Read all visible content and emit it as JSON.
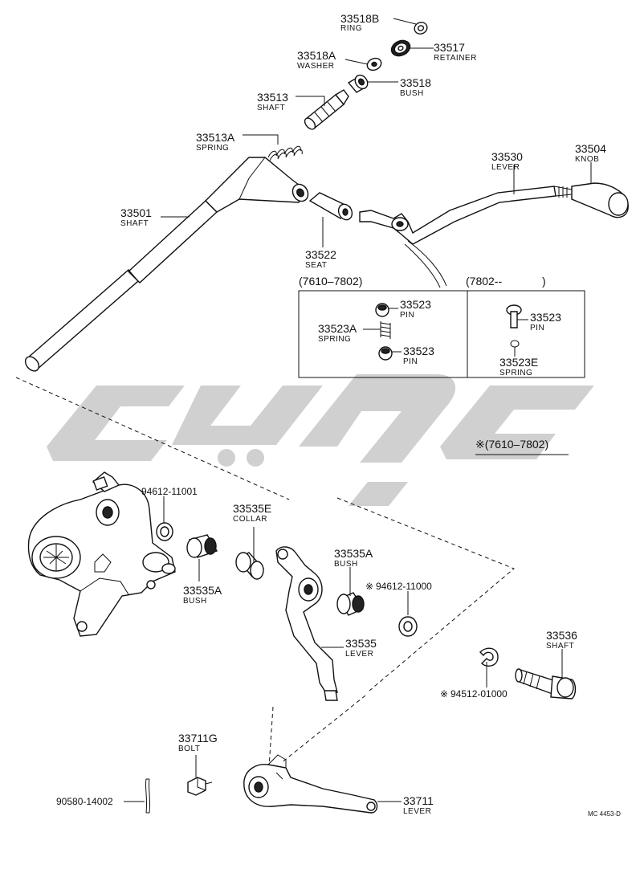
{
  "parts": [
    {
      "id": "p-33518b",
      "number": "33518B",
      "name": "RING"
    },
    {
      "id": "p-33517",
      "number": "33517",
      "name": "RETAINER"
    },
    {
      "id": "p-33518a",
      "number": "33518A",
      "name": "WASHER"
    },
    {
      "id": "p-33513",
      "number": "33513",
      "name": "SHAFT"
    },
    {
      "id": "p-33518",
      "number": "33518",
      "name": "BUSH"
    },
    {
      "id": "p-33513a",
      "number": "33513A",
      "name": "SPRING"
    },
    {
      "id": "p-33530",
      "number": "33530",
      "name": "LEVER"
    },
    {
      "id": "p-33504",
      "number": "33504",
      "name": "KNOB"
    },
    {
      "id": "p-33501",
      "number": "33501",
      "name": "SHAFT"
    },
    {
      "id": "p-33522",
      "number": "33522",
      "name": "SEAT"
    },
    {
      "id": "p-33523-a",
      "number": "33523",
      "name": "PIN"
    },
    {
      "id": "p-33523a",
      "number": "33523A",
      "name": "SPRING"
    },
    {
      "id": "p-33523-b",
      "number": "33523",
      "name": "PIN"
    },
    {
      "id": "p-33523-c",
      "number": "33523",
      "name": "PIN"
    },
    {
      "id": "p-33523e",
      "number": "33523E",
      "name": "SPRING"
    },
    {
      "id": "p-94612-11001",
      "number": "94612-11001",
      "name": ""
    },
    {
      "id": "p-33535e",
      "number": "33535E",
      "name": "COLLAR"
    },
    {
      "id": "p-33535a-1",
      "number": "33535A",
      "name": "BUSH"
    },
    {
      "id": "p-33535a-2",
      "number": "33535A",
      "name": "BUSH"
    },
    {
      "id": "p-94612-11000",
      "number": "94612-11000",
      "name": ""
    },
    {
      "id": "p-33535",
      "number": "33535",
      "name": "LEVER"
    },
    {
      "id": "p-33536",
      "number": "33536",
      "name": "SHAFT"
    },
    {
      "id": "p-94512-01000",
      "number": "94512-01000",
      "name": ""
    },
    {
      "id": "p-33711g",
      "number": "33711G",
      "name": "BOLT"
    },
    {
      "id": "p-90580-14002",
      "number": "90580-14002",
      "name": ""
    },
    {
      "id": "p-33711",
      "number": "33711",
      "name": "LEVER"
    }
  ],
  "inset": {
    "left_header": "(7610–7802)",
    "right_header": "(7802--",
    "right_header_close": ")"
  },
  "footnote": "※(7610–7802)",
  "marks": {
    "asterisk": "※"
  },
  "diagram_code": "MC 4453-D",
  "colors": {
    "line": "#111111",
    "watermark": "#c8c8c8",
    "background": "#ffffff"
  }
}
